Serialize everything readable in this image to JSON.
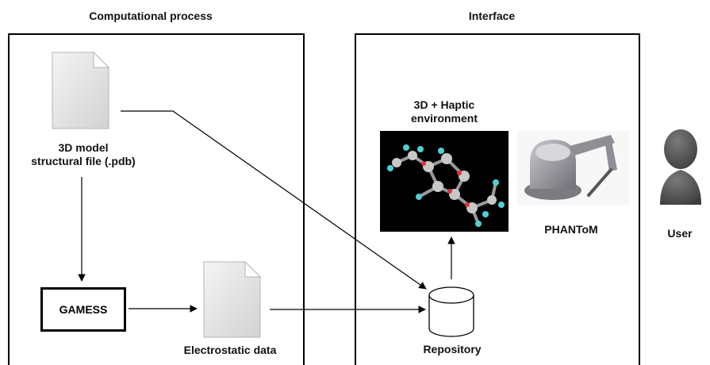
{
  "panels": {
    "computational_title": "Computational process",
    "interface_title": "Interface"
  },
  "nodes": {
    "pdb_file_label": "3D model\nstructural file (.pdb)",
    "gamess_label": "GAMESS",
    "electrostatic_label": "Electrostatic data",
    "repository_label": "Repository",
    "environment_label": "3D + Haptic\nenvironment",
    "phantom_label": "PHANToM",
    "user_label": "User"
  },
  "colors": {
    "line": "#000000",
    "doc_fill": "#e6e6e6",
    "molecule_bg": "#000000",
    "device_gray": "#8a8a90",
    "user_gray": "#5a5a5a"
  },
  "icons": [
    "document-icon",
    "document-icon",
    "database-cylinder-icon",
    "molecule-image",
    "haptic-device-image",
    "user-silhouette-icon"
  ]
}
